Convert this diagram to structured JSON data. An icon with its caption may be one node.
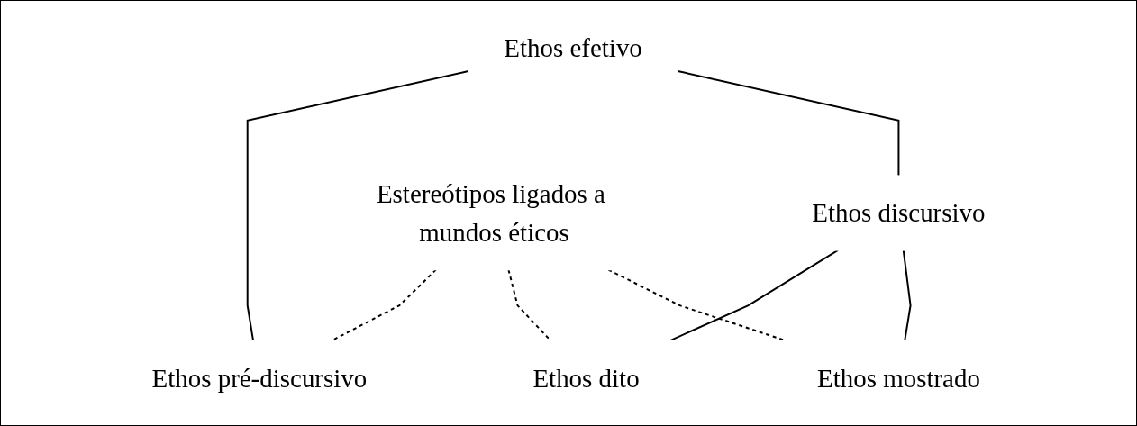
{
  "diagram": {
    "nodes": [
      {
        "text": [
          "Ethos efetivo"
        ]
      },
      {
        "text": [
          "Ethos pré-discursivo"
        ]
      },
      {
        "text": [
          "Ethos discursivo"
        ]
      },
      {
        "text": [
          "Ethos dito"
        ]
      },
      {
        "text": [
          "Ethos mostrado"
        ]
      },
      {
        "text": [
          "Estereótipos ligados a mundos éticos"
        ]
      }
    ],
    "edges": [
      {
        "from": 0,
        "to": 1,
        "arrow": "none"
      },
      {
        "from": 0,
        "to": 2,
        "arrow": "none"
      },
      {
        "from": 2,
        "to": 3,
        "arrow": "none"
      },
      {
        "from": 2,
        "to": 4,
        "arrow": "none"
      },
      {
        "from": 5,
        "to": 1,
        "arrow": "none",
        "style": "dashed"
      },
      {
        "from": 5,
        "to": 3,
        "arrow": "none",
        "style": "dashed"
      },
      {
        "from": 5,
        "to": 4,
        "arrow": "none",
        "style": "dashed"
      }
    ]
  }
}
